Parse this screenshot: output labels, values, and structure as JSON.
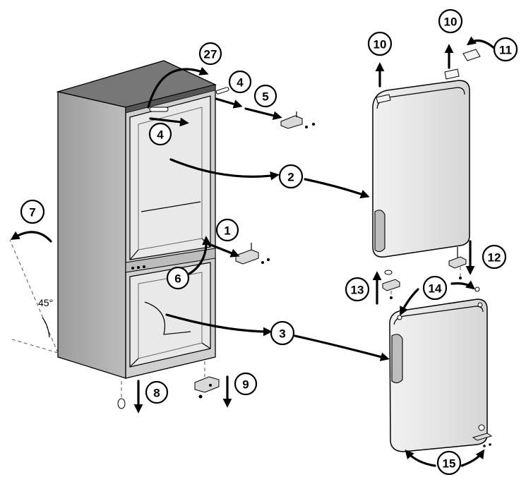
{
  "callouts": {
    "c1": "1",
    "c2": "2",
    "c3": "3",
    "c4a": "4",
    "c4b": "4",
    "c5": "5",
    "c6": "6",
    "c7": "7",
    "c8": "8",
    "c9": "9",
    "c10a": "10",
    "c10b": "10",
    "c11": "11",
    "c12": "12",
    "c13": "13",
    "c14": "14",
    "c15": "15",
    "c27": "27"
  },
  "angle_label": "45°",
  "colors": {
    "cabinet_front": "#c8c8c8",
    "cabinet_side": "#a9a9a9",
    "cabinet_top": "#7a7a7a",
    "door_face": "#e4e4e4",
    "door_edge": "#b8b8b8"
  }
}
